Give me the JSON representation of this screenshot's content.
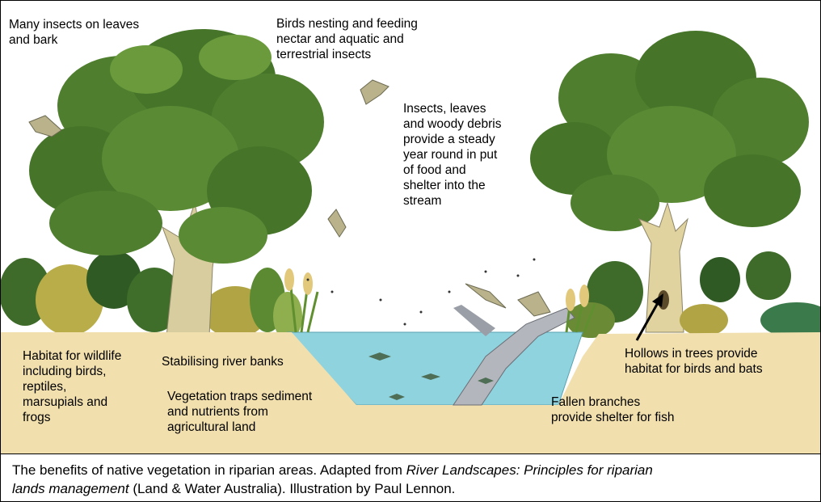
{
  "labels": {
    "insects_leaves_bark": "Many insects on leaves\nand bark",
    "birds_nesting": "Birds nesting and feeding\nnectar and aquatic and\nterrestrial  insects",
    "insects_debris": "Insects, leaves\nand woody debris\nprovide a steady\nyear round in put\nof food and\nshelter into the\nstream",
    "habitat_wildlife": "Habitat for wildlife\nincluding birds,\nreptiles,\nmarsupials and\nfrogs",
    "stabilising_banks": "Stabilising river banks",
    "vegetation_traps": "Vegetation traps sediment\nand nutrients from\nagricultural land",
    "hollows_trees": "Hollows in trees provide\nhabitat for birds and bats",
    "fallen_branches": "Fallen branches\nprovide shelter for fish"
  },
  "caption": {
    "part1": "The benefits of native vegetation in riparian areas.  Adapted from ",
    "title_italic_1": "River Landscapes: Principles for riparian",
    "title_italic_2": "lands management",
    "part2": " (Land & Water Australia).  Illustration by Paul Lennon."
  },
  "colors": {
    "soil": "#f1dfae",
    "water": "#8fd3df",
    "foliage": "#4f7f2e",
    "foliage_light": "#8ab050",
    "trunk": "#d9cda4",
    "sky": "#ffffff"
  }
}
